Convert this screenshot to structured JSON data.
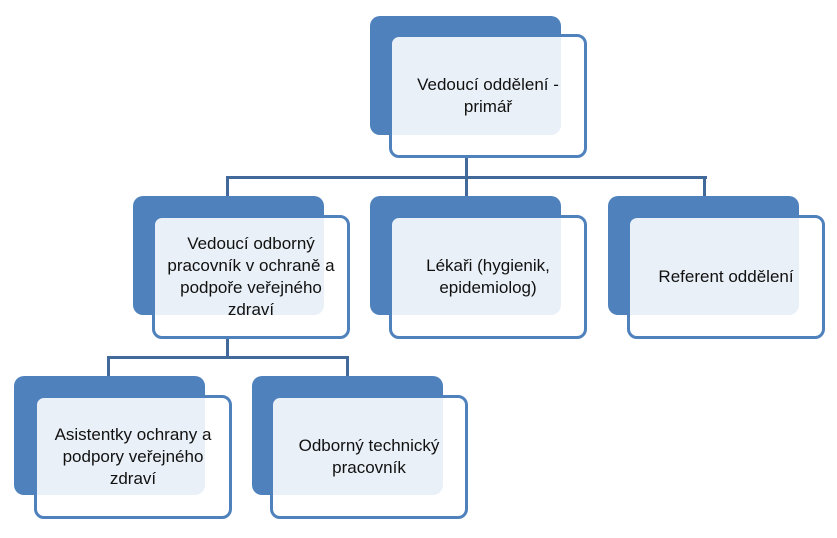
{
  "nodes": {
    "head": "Vedoucí oddělení - primář",
    "lead_worker": "Vedoucí odborný pracovník v ochraně a podpoře veřejného zdraví",
    "doctors": "Lékaři (hygienik, epidemiolog)",
    "referent": "Referent oddělení",
    "assistants": "Asistentky ochrany a podpory veřejného zdraví",
    "technician": "Odborný technický pracovník"
  },
  "colors": {
    "accent": "#4f81bd"
  }
}
